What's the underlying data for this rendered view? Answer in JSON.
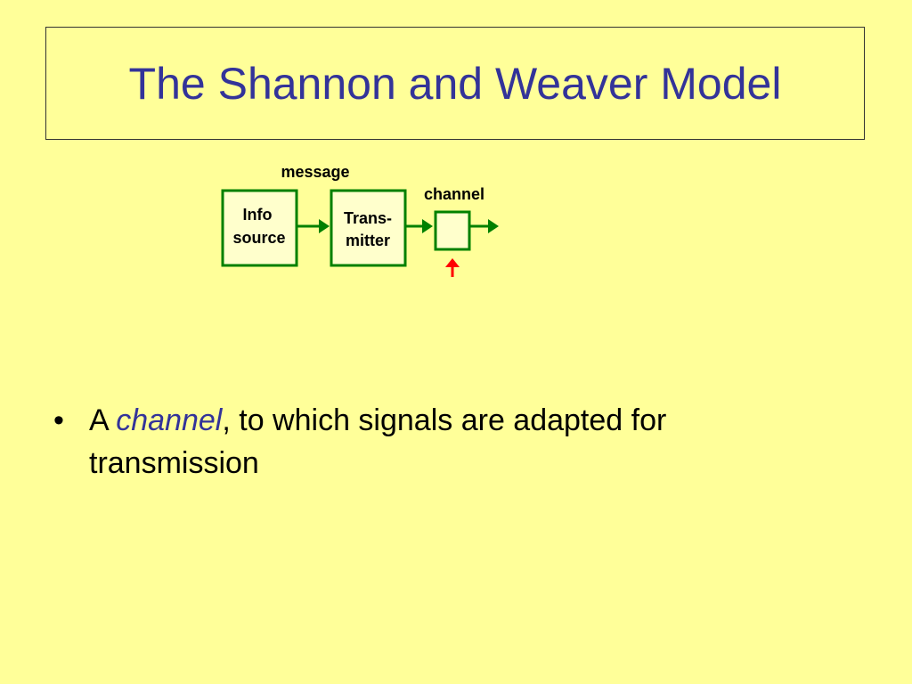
{
  "slide": {
    "title": "The Shannon and Weaver Model"
  },
  "diagram": {
    "message_label": "message",
    "channel_label": "channel",
    "blocks": [
      {
        "line1": "Info",
        "line2": "source"
      },
      {
        "line1": "Trans-",
        "line2": "mitter"
      }
    ],
    "colors": {
      "box_border": "#008000",
      "box_fill": "#ffffcc",
      "arrow": "#008000",
      "noise_arrow": "#ff0000"
    }
  },
  "bullets": [
    {
      "symbol": "•",
      "prefix": "A ",
      "emphasis": "channel",
      "suffix": ", to which signals are adapted for transmission"
    }
  ]
}
